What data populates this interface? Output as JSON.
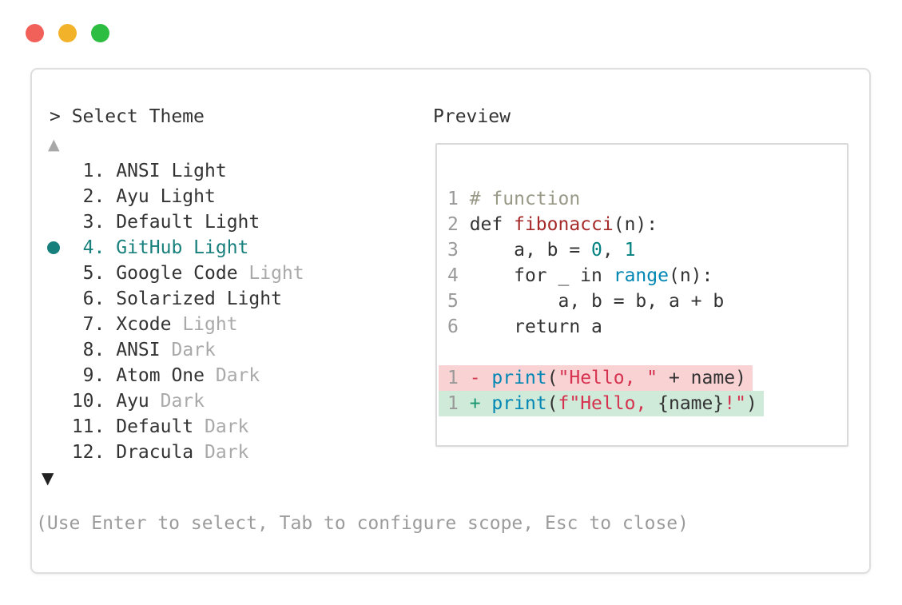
{
  "window": {
    "traffic_lights": [
      {
        "name": "close",
        "color": "#f2605a"
      },
      {
        "name": "minimize",
        "color": "#f2b32b"
      },
      {
        "name": "zoom",
        "color": "#2dbe41"
      }
    ]
  },
  "dialog": {
    "title": "> Select Theme",
    "scroll_up_icon": "▲",
    "scroll_down_icon": "▼",
    "hint": "(Use Enter to select, Tab to configure scope, Esc to close)",
    "themes": [
      {
        "number": "1.",
        "name": "ANSI",
        "variant": "Light",
        "variant_muted": false,
        "selected": false
      },
      {
        "number": "2.",
        "name": "Ayu",
        "variant": "Light",
        "variant_muted": false,
        "selected": false
      },
      {
        "number": "3.",
        "name": "Default",
        "variant": "Light",
        "variant_muted": false,
        "selected": false
      },
      {
        "number": "4.",
        "name": "GitHub",
        "variant": "Light",
        "variant_muted": false,
        "selected": true
      },
      {
        "number": "5.",
        "name": "Google Code",
        "variant": "Light",
        "variant_muted": true,
        "selected": false
      },
      {
        "number": "6.",
        "name": "Solarized",
        "variant": "Light",
        "variant_muted": false,
        "selected": false
      },
      {
        "number": "7.",
        "name": "Xcode",
        "variant": "Light",
        "variant_muted": true,
        "selected": false
      },
      {
        "number": "8.",
        "name": "ANSI",
        "variant": "Dark",
        "variant_muted": true,
        "selected": false
      },
      {
        "number": "9.",
        "name": "Atom One",
        "variant": "Dark",
        "variant_muted": true,
        "selected": false
      },
      {
        "number": "10.",
        "name": "Ayu",
        "variant": "Dark",
        "variant_muted": true,
        "selected": false
      },
      {
        "number": "11.",
        "name": "Default",
        "variant": "Dark",
        "variant_muted": true,
        "selected": false
      },
      {
        "number": "12.",
        "name": "Dracula",
        "variant": "Dark",
        "variant_muted": true,
        "selected": false
      }
    ]
  },
  "preview": {
    "label": "Preview",
    "code_lines": [
      {
        "no": "1",
        "tokens": [
          {
            "text": "# function",
            "style": "comment"
          }
        ]
      },
      {
        "no": "2",
        "tokens": [
          {
            "text": "def ",
            "style": "plain"
          },
          {
            "text": "fibonacci",
            "style": "title"
          },
          {
            "text": "(n):",
            "style": "plain"
          }
        ]
      },
      {
        "no": "3",
        "tokens": [
          {
            "text": "    a, b = ",
            "style": "plain"
          },
          {
            "text": "0",
            "style": "number"
          },
          {
            "text": ", ",
            "style": "plain"
          },
          {
            "text": "1",
            "style": "number"
          }
        ]
      },
      {
        "no": "4",
        "tokens": [
          {
            "text": "    for _ in ",
            "style": "plain"
          },
          {
            "text": "range",
            "style": "builtin"
          },
          {
            "text": "(n):",
            "style": "plain"
          }
        ]
      },
      {
        "no": "5",
        "tokens": [
          {
            "text": "        a, b = b, a + b",
            "style": "plain"
          }
        ]
      },
      {
        "no": "6",
        "tokens": [
          {
            "text": "    return a",
            "style": "plain"
          }
        ]
      },
      {
        "no": "",
        "tokens": []
      }
    ],
    "diff_lines": [
      {
        "no": "1",
        "type": "removed",
        "tokens": [
          {
            "text": "- ",
            "style": "minus"
          },
          {
            "text": "print",
            "style": "builtin"
          },
          {
            "text": "(",
            "style": "plain"
          },
          {
            "text": "\"Hello, \"",
            "style": "string"
          },
          {
            "text": " + name)",
            "style": "plain"
          }
        ]
      },
      {
        "no": "1",
        "type": "added",
        "tokens": [
          {
            "text": "+ ",
            "style": "plus"
          },
          {
            "text": "print",
            "style": "builtin"
          },
          {
            "text": "(",
            "style": "plain"
          },
          {
            "text": "f\"Hello, ",
            "style": "string"
          },
          {
            "text": "{name}",
            "style": "plain"
          },
          {
            "text": "!\"",
            "style": "string"
          },
          {
            "text": ")",
            "style": "plain"
          }
        ]
      }
    ]
  },
  "colors": {
    "accent_selected": "#17807d",
    "text_primary": "#333333",
    "text_muted": "#a9a9a9",
    "hint_text": "#9b9b9b",
    "lineno": "#999999",
    "plain": "#333333",
    "comment": "#999988",
    "title": "#a52a2a",
    "number": "#008080",
    "builtin": "#0086b3",
    "string": "#d6314e",
    "minus": "#d0384e",
    "plus": "#18966f",
    "removed_bg": "#f9d2d4",
    "added_bg": "#cfead9",
    "panel_border": "#dedede",
    "scroll_up": "#a8a8a8",
    "scroll_down": "#222222"
  }
}
